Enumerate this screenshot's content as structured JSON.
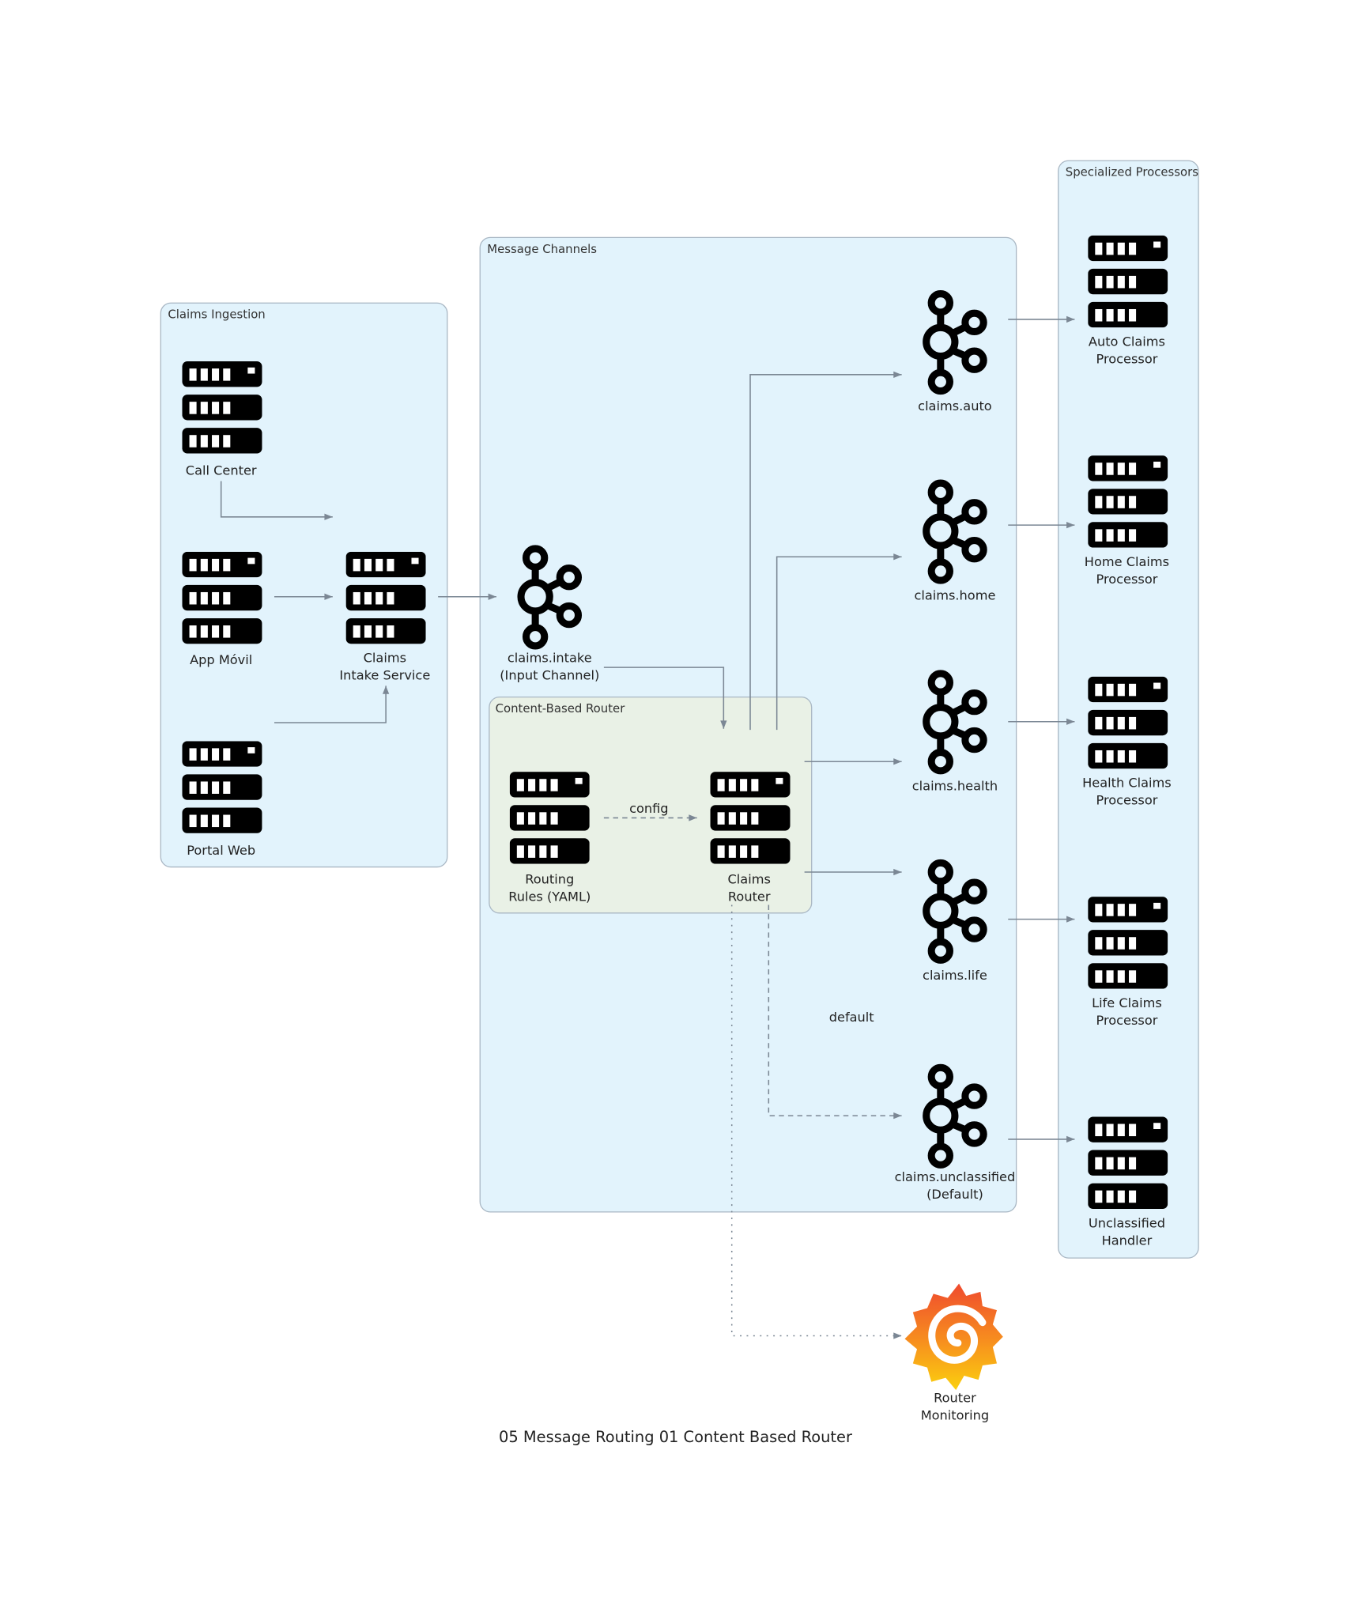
{
  "title": "05 Message Routing 01 Content Based Router",
  "colors": {
    "group_fill": "#e2f3fc",
    "router_group_fill": "#e9f1e6",
    "group_stroke": "#a9b7c4",
    "edge": "#7b8794"
  },
  "groups": {
    "ingestion": "Claims Ingestion",
    "channels": "Message Channels",
    "router": "Content-Based Router",
    "processors": "Specialized Processors"
  },
  "nodes": {
    "call_center": {
      "icon": "server-icon",
      "label": [
        "Call Center"
      ]
    },
    "app_movil": {
      "icon": "server-icon",
      "label": [
        "App Móvil"
      ]
    },
    "portal_web": {
      "icon": "server-icon",
      "label": [
        "Portal Web"
      ]
    },
    "intake_service": {
      "icon": "server-icon",
      "label": [
        "Claims",
        "Intake Service"
      ]
    },
    "claims_intake": {
      "icon": "kafka-icon",
      "label": [
        "claims.intake",
        "(Input Channel)"
      ]
    },
    "routing_rules": {
      "icon": "server-icon",
      "label": [
        "Routing",
        "Rules (YAML)"
      ]
    },
    "claims_router": {
      "icon": "server-icon",
      "label": [
        "Claims",
        "Router"
      ]
    },
    "claims_auto": {
      "icon": "kafka-icon",
      "label": [
        "claims.auto"
      ]
    },
    "claims_home": {
      "icon": "kafka-icon",
      "label": [
        "claims.home"
      ]
    },
    "claims_health": {
      "icon": "kafka-icon",
      "label": [
        "claims.health"
      ]
    },
    "claims_life": {
      "icon": "kafka-icon",
      "label": [
        "claims.life"
      ]
    },
    "claims_unclassified": {
      "icon": "kafka-icon",
      "label": [
        "claims.unclassified",
        "(Default)"
      ]
    },
    "auto_processor": {
      "icon": "server-icon",
      "label": [
        "Auto Claims",
        "Processor"
      ]
    },
    "home_processor": {
      "icon": "server-icon",
      "label": [
        "Home Claims",
        "Processor"
      ]
    },
    "health_processor": {
      "icon": "server-icon",
      "label": [
        "Health Claims",
        "Processor"
      ]
    },
    "life_processor": {
      "icon": "server-icon",
      "label": [
        "Life Claims",
        "Processor"
      ]
    },
    "unclassified_handler": {
      "icon": "server-icon",
      "label": [
        "Unclassified",
        "Handler"
      ]
    },
    "router_monitoring": {
      "icon": "grafana-icon",
      "label": [
        "Router",
        "Monitoring"
      ]
    }
  },
  "edges": {
    "config": {
      "label": "config",
      "style": "dashed"
    },
    "default": {
      "label": "default",
      "style": "dashed"
    }
  }
}
